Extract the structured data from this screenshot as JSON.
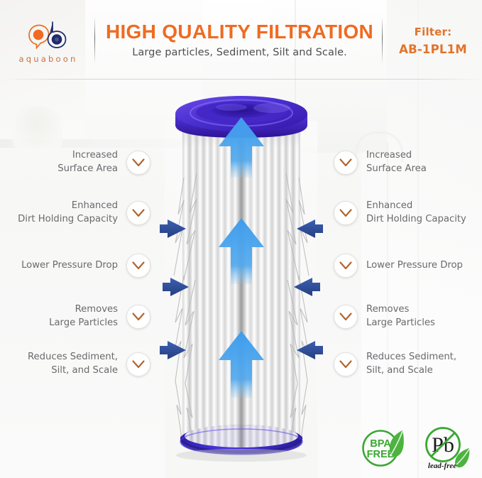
{
  "header": {
    "logo": {
      "wordmark": "aquaboon",
      "mark_name": "aquaboon-droplet-logo",
      "orange": "#ef6b22",
      "navy": "#1f2a6e"
    },
    "title_main": "HIGH QUALITY FILTRATION",
    "title_sub": "Large particles, Sediment, Silt and Scale.",
    "filter_label": "Filter:",
    "filter_code": "AB-1PL1M",
    "title_color": "#ef6b22",
    "filter_color": "#e2742c"
  },
  "features_left": [
    {
      "text": "Increased\nSurface Area"
    },
    {
      "text": "Enhanced\nDirt Holding Capacity"
    },
    {
      "text": "Lower Pressure Drop"
    },
    {
      "text": "Removes\nLarge Particles"
    },
    {
      "text": "Reduces Sediment,\nSilt, and Scale"
    }
  ],
  "features_right": [
    {
      "text": "Increased\nSurface Area"
    },
    {
      "text": "Enhanced\nDirt Holding Capacity"
    },
    {
      "text": "Lower Pressure Drop"
    },
    {
      "text": "Removes\nLarge Particles"
    },
    {
      "text": "Reduces Sediment,\nSilt, and Scale"
    }
  ],
  "check_icon": {
    "name": "check-mark-icon",
    "color": "#b0622c"
  },
  "product": {
    "name": "pleated-sediment-filter-cartridge",
    "cap_color": "#4a2fd0",
    "cap_color_dark": "#3417a8",
    "base_color": "#3b2bc4",
    "pleat_light": "#ffffff",
    "pleat_shadow": "#cfcfcf"
  },
  "flow_arrows": {
    "inward_color": "#2f4f9e",
    "upward_color": "#3f9ded",
    "inward_count": 6,
    "upward_count": 3
  },
  "badges": [
    {
      "name": "bpa-free-badge",
      "line1": "BPA",
      "line2": "FREE",
      "color": "#3aa832"
    },
    {
      "name": "lead-free-badge",
      "symbol": "Pb",
      "caption": "lead-free",
      "color": "#3aa832"
    }
  ]
}
